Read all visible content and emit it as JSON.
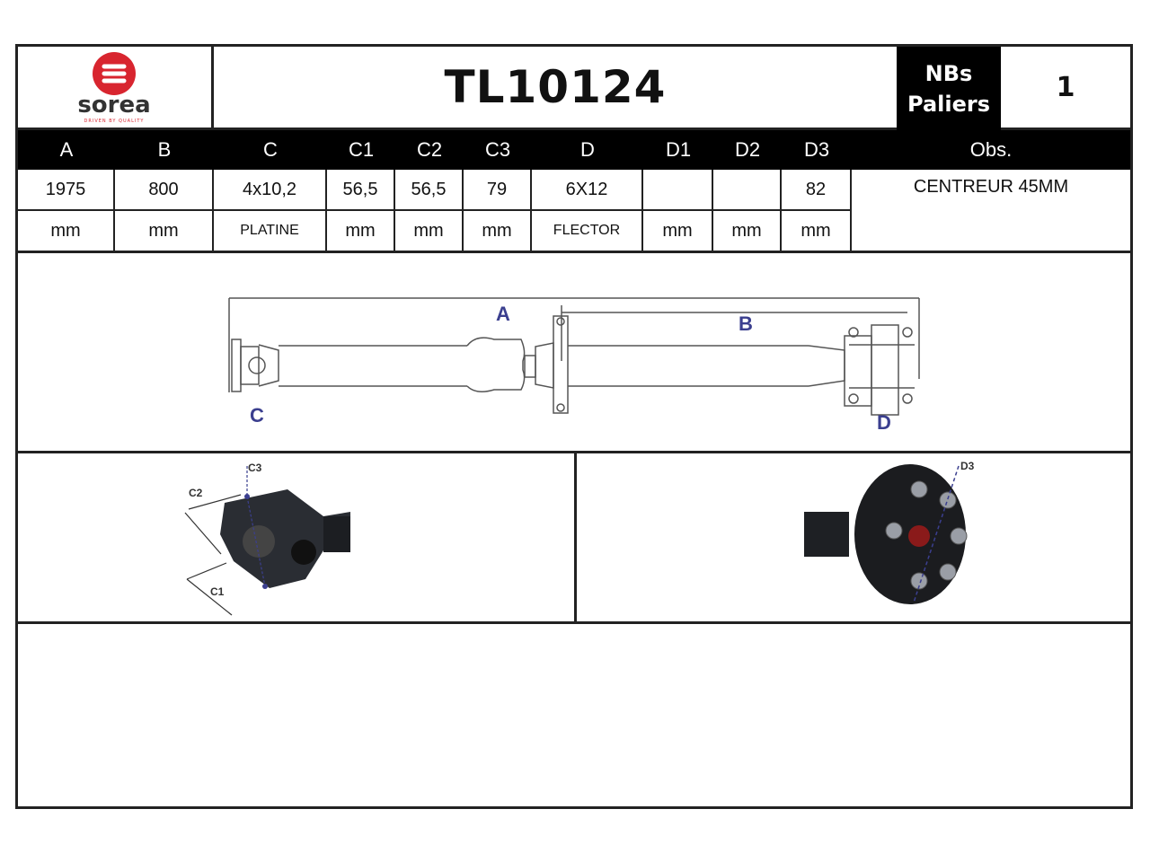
{
  "brand": {
    "name": "sorea",
    "tagline": "DRIVEN BY QUALITY",
    "logo_color": "#d8252f"
  },
  "title": "TL10124",
  "nbs_paliers": {
    "label_line1": "NBs",
    "label_line2": "Paliers",
    "value": "1"
  },
  "columns": [
    "A",
    "B",
    "C",
    "C1",
    "C2",
    "C3",
    "D",
    "D1",
    "D2",
    "D3"
  ],
  "obs_header": "Obs.",
  "values": [
    "1975",
    "800",
    "4x10,2",
    "56,5",
    "56,5",
    "79",
    "6X12",
    "",
    "",
    "82"
  ],
  "units": [
    "mm",
    "mm",
    "PLATINE",
    "mm",
    "mm",
    "mm",
    "FLECTOR",
    "mm",
    "mm",
    "mm"
  ],
  "obs_value": "CENTREUR 45MM",
  "diagram_labels": {
    "a": "A",
    "b": "B",
    "c": "C",
    "d": "D"
  },
  "detail_left_labels": {
    "c1": "C1",
    "c2": "C2",
    "c3": "C3"
  },
  "detail_right_labels": {
    "d3": "D3"
  },
  "accent_color": "#3b3f8f"
}
